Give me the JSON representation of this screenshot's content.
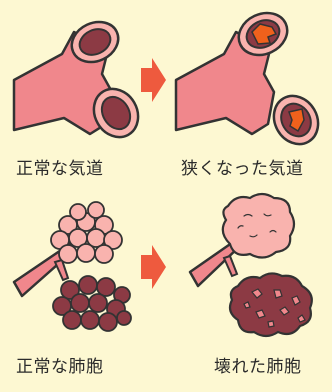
{
  "labels": {
    "normal_airway": "正常な気道",
    "narrowed_airway": "狭くなった気道",
    "normal_alveoli": "正常な肺胞",
    "damaged_alveoli": "壊れた肺胞"
  },
  "colors": {
    "background": "#fdf8d2",
    "tissue": "#f0878c",
    "tissue_light": "#f9b3ae",
    "lumen": "#8c3a44",
    "blockage": "#f0611c",
    "arrow": "#ee5a3e",
    "outline": "#333333"
  }
}
